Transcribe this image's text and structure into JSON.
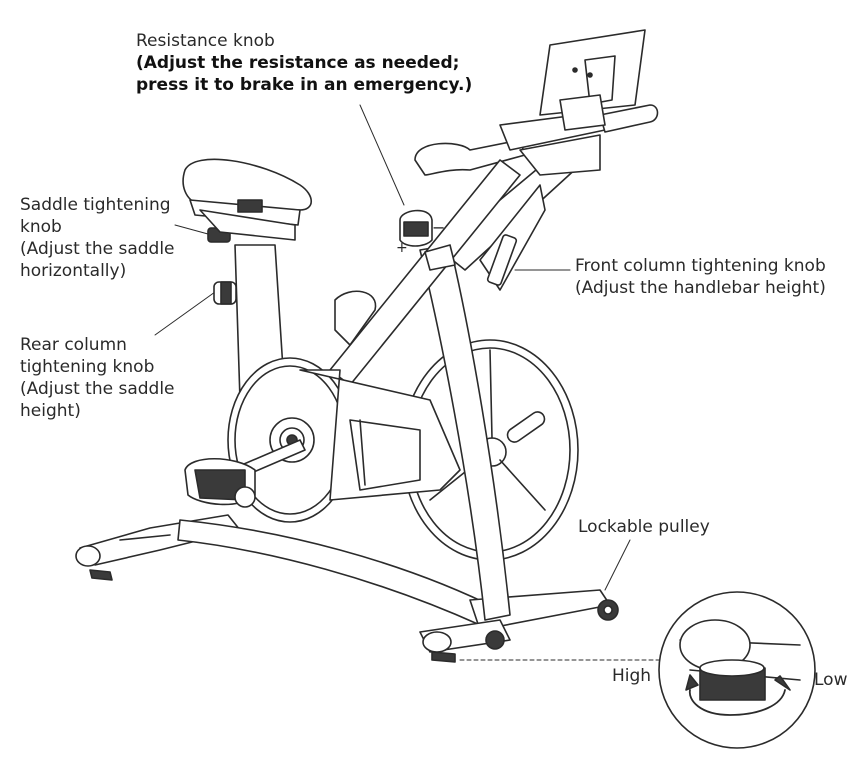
{
  "labels": {
    "resistance_knob": {
      "title": "Resistance knob",
      "note_line1": "(Adjust the resistance as needed;",
      "note_line2": "press it to brake in an emergency.)"
    },
    "saddle_knob": {
      "line1": "Saddle tightening",
      "line2": "knob",
      "line3": "(Adjust the saddle",
      "line4": "horizontally)"
    },
    "rear_column": {
      "line1": "Rear column",
      "line2": "tightening knob",
      "line3": "(Adjust the saddle",
      "line4": "height)"
    },
    "front_column": {
      "line1": "Front column tightening knob",
      "line2": "(Adjust the handlebar height)"
    },
    "pulley": "Lockable pulley",
    "high": "High",
    "low": "Low",
    "plus": "+",
    "minus": "−"
  },
  "colors": {
    "line": "#2b2b2b",
    "fill_dark": "#3a3a3a",
    "fill_light": "#ffffff"
  }
}
